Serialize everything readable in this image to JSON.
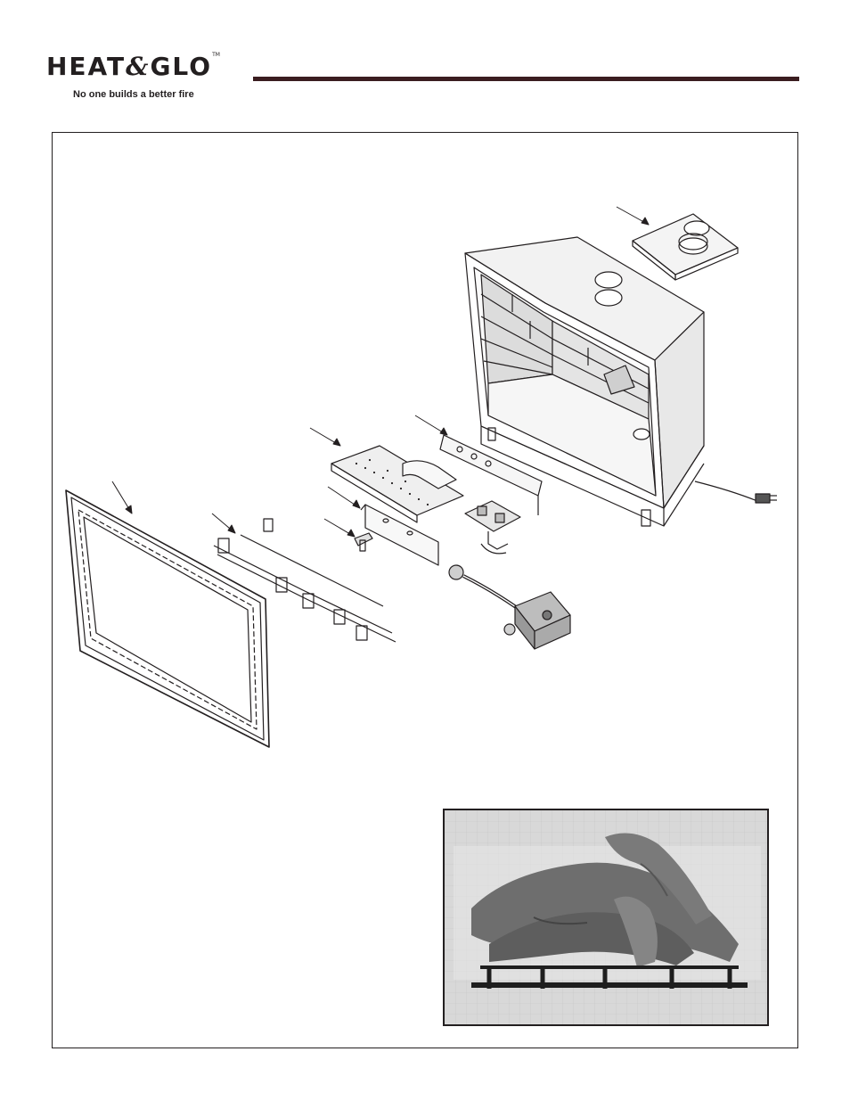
{
  "brand": {
    "logo_left": "HEAT",
    "logo_amp": "&",
    "logo_right": "GLO",
    "trademark": "TM",
    "tagline": "No one builds a better fire"
  },
  "colors": {
    "header_rule": "#3b1d20",
    "ink": "#231f20",
    "firebox_panel": "#dcdcdc",
    "photo_background": "#d8d8d8",
    "log_gray": "#6e6e6e"
  },
  "figures": {
    "exploded_view": {
      "callout_count": 6
    },
    "log_set_photo": {
      "kind": "photograph"
    }
  }
}
